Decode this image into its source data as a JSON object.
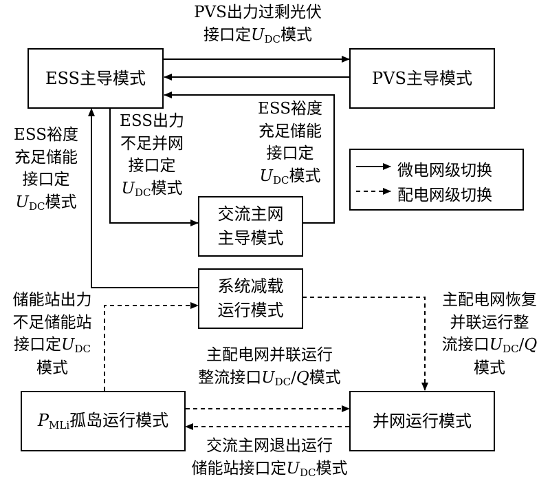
{
  "nodes": {
    "ess_lead": "ESS主导模式",
    "pvs_lead": "PVS主导模式",
    "ac_main_line1": "交流主网",
    "ac_main_line2": "主导模式",
    "load_shed_line1": "系统减载",
    "load_shed_line2": "运行模式",
    "island_prefix": "P",
    "island_sub": "MLi",
    "island_suffix": "孤岛运行模式",
    "grid_connected": "并网运行模式"
  },
  "legend": {
    "microgrid_switch": "微电网级切换",
    "distribution_switch": "配电网级切换"
  },
  "edges": {
    "ess_to_pvs": {
      "line1": "PVS出力过剩光伏",
      "line2_pre": "接口定",
      "u": "U",
      "sub": "DC",
      "line2_post": "模式"
    },
    "ess_to_ac": {
      "line1": "ESS出力",
      "line2": "不足并网",
      "line3": "接口定",
      "u": "U",
      "sub": "DC",
      "line4_post": "模式"
    },
    "ac_to_ess": {
      "line1": "ESS裕度",
      "line2": "充足储能",
      "line3": "接口定",
      "u": "U",
      "sub": "DC",
      "line4_post": "模式"
    },
    "shed_to_ess": {
      "line1": "ESS裕度",
      "line2": "充足储能",
      "line3": "接口定",
      "u": "U",
      "sub": "DC",
      "line4_post": "模式"
    },
    "island_to_shed": {
      "line1": "储能站出力",
      "line2": "不足储能站",
      "line3_pre": "接口定",
      "u": "U",
      "sub": "DC",
      "line4": "模式"
    },
    "shed_to_grid": {
      "line1": "主配电网恢复",
      "line2": "并联运行整",
      "line3_pre": "流接口",
      "u": "U",
      "sub": "DC",
      "slash": "/",
      "q": "Q",
      "line4": "模式"
    },
    "island_to_grid": {
      "line1": "主配电网并联运行",
      "line2_pre": "整流接口",
      "u": "U",
      "sub": "DC",
      "slash": "/",
      "q": "Q",
      "line2_post": "模式"
    },
    "grid_to_island": {
      "line1": "交流主网退出运行",
      "line2_pre": "储能站接口定",
      "u": "U",
      "sub": "DC",
      "line2_post": "模式"
    }
  }
}
